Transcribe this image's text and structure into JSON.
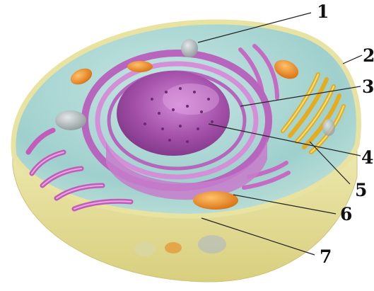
{
  "diagram": {
    "labels": [
      {
        "id": "1",
        "text": "1"
      },
      {
        "id": "2",
        "text": "2"
      },
      {
        "id": "3",
        "text": "3"
      },
      {
        "id": "4",
        "text": "4"
      },
      {
        "id": "5",
        "text": "5"
      },
      {
        "id": "6",
        "text": "6"
      },
      {
        "id": "7",
        "text": "7"
      }
    ],
    "colors": {
      "cytoplasm": "#a9d6d2",
      "membrane": "#f1e8a4",
      "cell_bottom": "#e9dd8c",
      "nucleus": "#b45fb8",
      "nuclear_envelope": "#c87fd0",
      "golgi": "#f2c02e",
      "mitochondria": "#e98a1c",
      "vesicle": "#9aa3a6",
      "leader_line": "#222222"
    }
  }
}
